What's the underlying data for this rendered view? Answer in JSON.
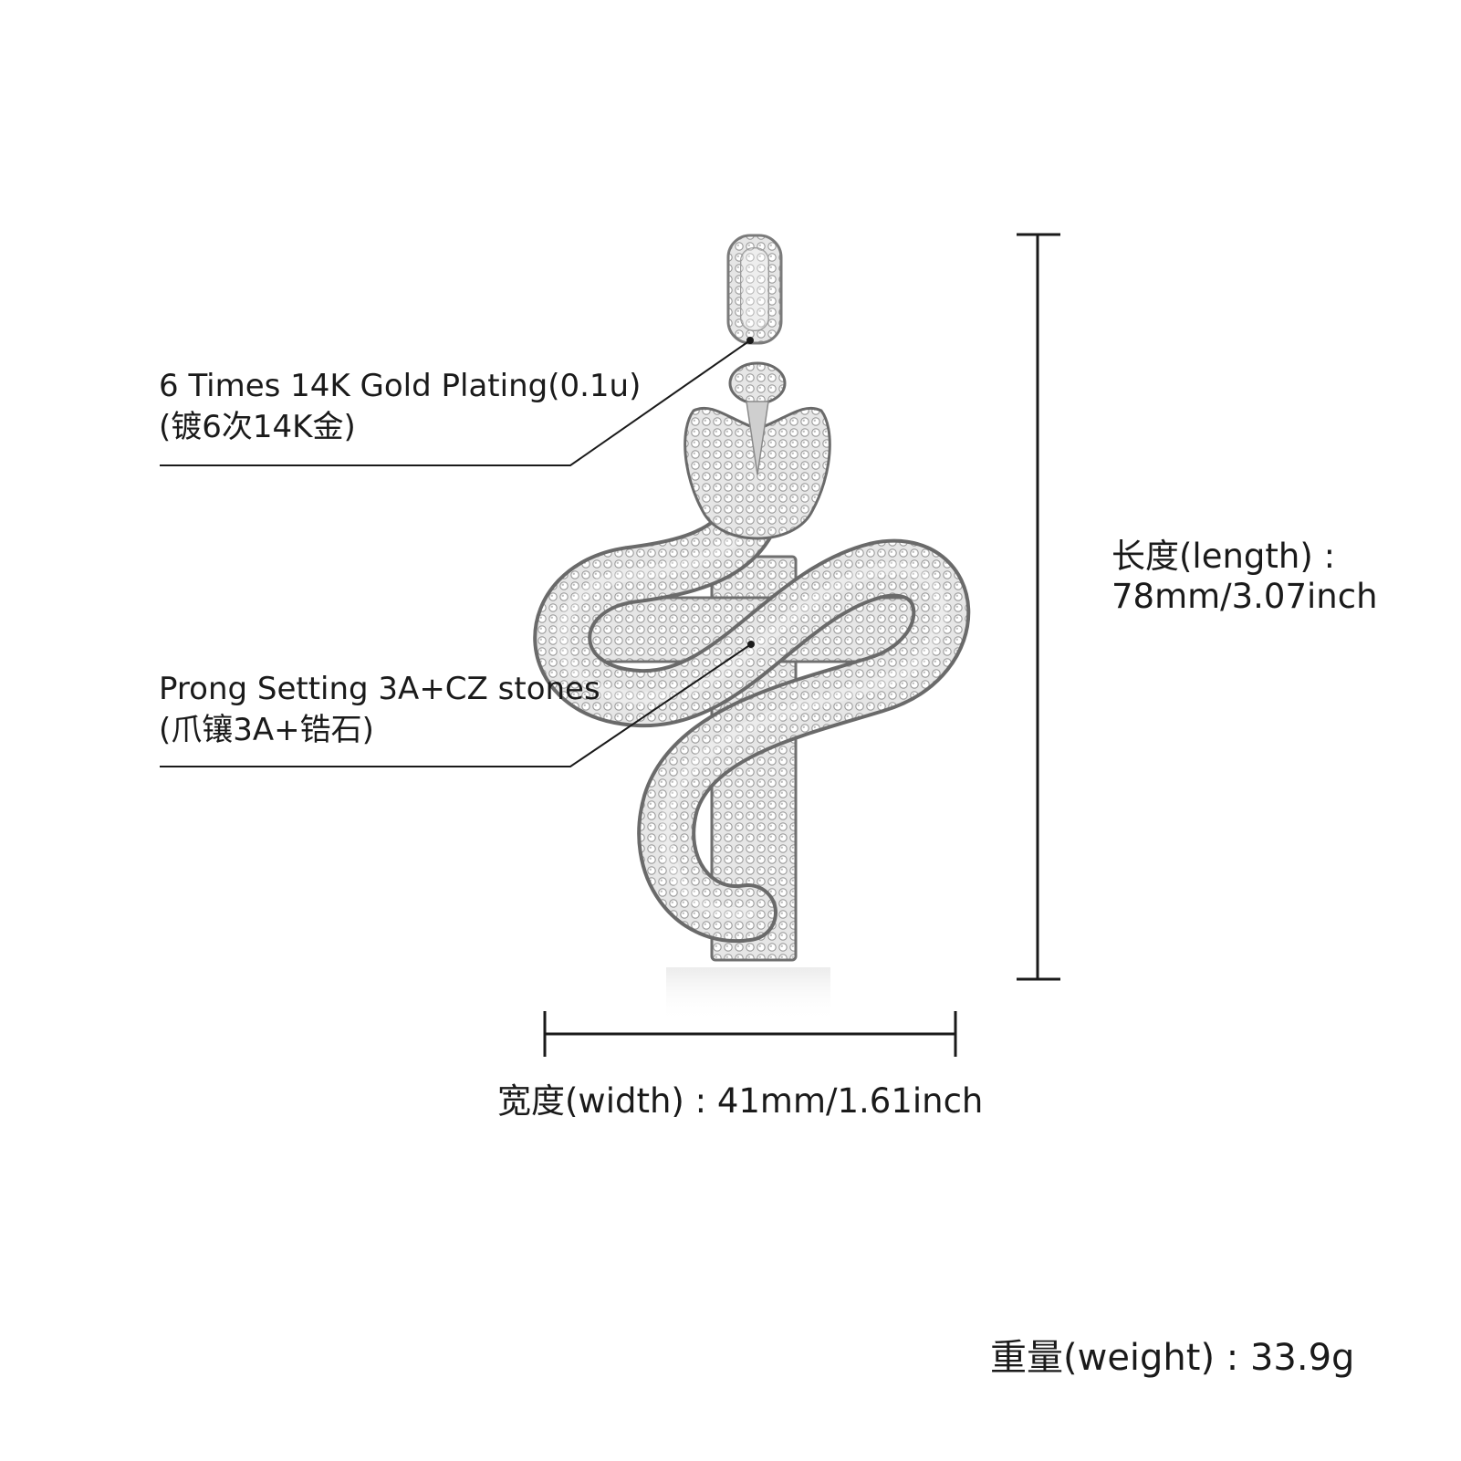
{
  "callouts": {
    "plating": {
      "line1": "6 Times  14K  Gold  Plating(0.1u)",
      "line2": "(镀6次14K金)"
    },
    "setting": {
      "line1": "Prong Setting 3A+CZ stones",
      "line2": "(爪镶3A+锆石)"
    }
  },
  "dimensions": {
    "length_label": "长度(length) :",
    "length_value": "78mm/3.07inch",
    "width_text": "宽度(width) : 41mm/1.61inch",
    "weight_text": "重量(weight) : 33.9g"
  },
  "colors": {
    "background": "#ffffff",
    "text": "#1a1a1a",
    "line": "#1a1a1a",
    "metal": "#d9d9d9",
    "metal_dark": "#8c8c8c"
  }
}
